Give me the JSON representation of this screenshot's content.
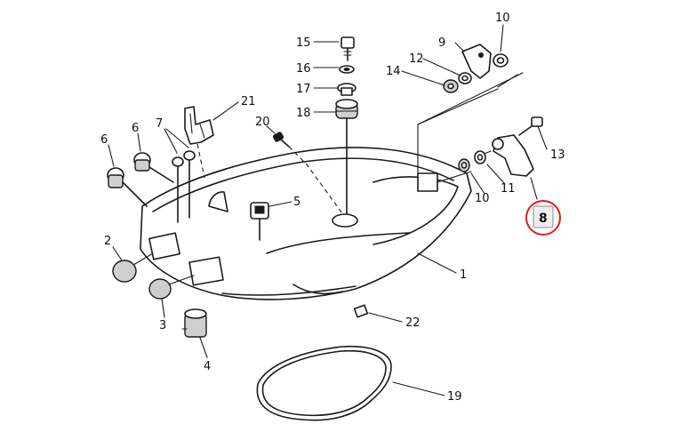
{
  "callouts": {
    "c1": "1",
    "c2": "2",
    "c3": "3",
    "c4": "4",
    "c5": "5",
    "c6a": "6",
    "c6b": "6",
    "c7": "7",
    "c8": "8",
    "c9": "9",
    "c10a": "10",
    "c10b": "10",
    "c11": "11",
    "c12": "12",
    "c13": "13",
    "c14": "14",
    "c15": "15",
    "c16": "16",
    "c17": "17",
    "c18": "18",
    "c19": "19",
    "c20": "20",
    "c21": "21",
    "c22": "22"
  },
  "highlight": {
    "ring_color": "#e01b1b"
  }
}
